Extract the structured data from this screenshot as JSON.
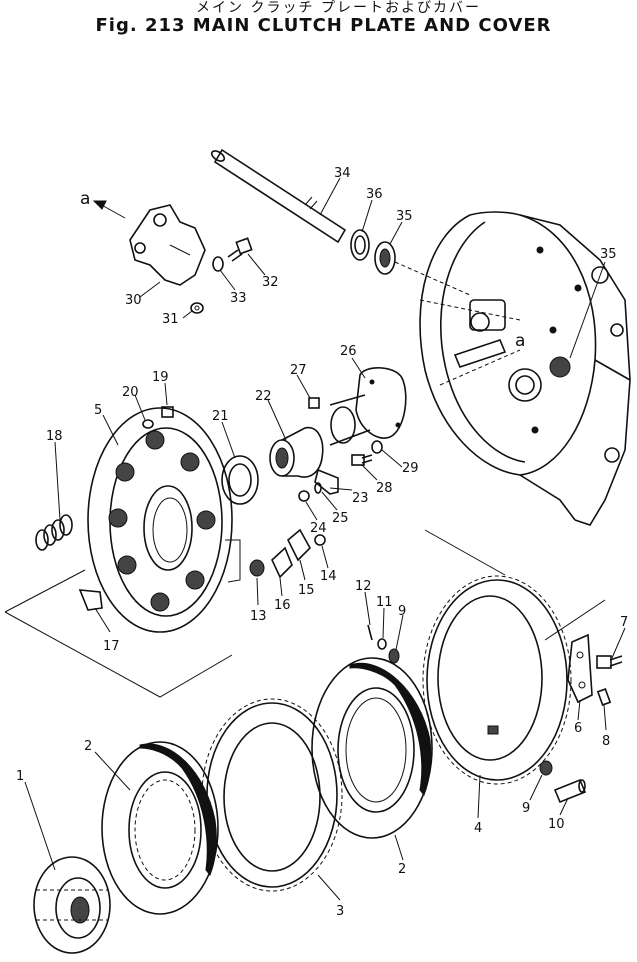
{
  "title": {
    "jp": "メイン クラッチ プレートおよびカバー",
    "en": "Fig. 213 MAIN CLUTCH PLATE AND COVER"
  },
  "labels": {
    "a_left": "a",
    "a_right": "a",
    "p1": "1",
    "p2a": "2",
    "p2b": "2",
    "p3": "3",
    "p4": "4",
    "p5": "5",
    "p6": "6",
    "p7": "7",
    "p8": "8",
    "p9a": "9",
    "p9b": "9",
    "p10": "10",
    "p11": "11",
    "p12": "12",
    "p13": "13",
    "p14": "14",
    "p15": "15",
    "p16": "16",
    "p17": "17",
    "p18": "18",
    "p19": "19",
    "p20": "20",
    "p21": "21",
    "p22": "22",
    "p23": "23",
    "p24": "24",
    "p25": "25",
    "p26": "26",
    "p27": "27",
    "p28": "28",
    "p29": "29",
    "p30": "30",
    "p31": "31",
    "p32": "32",
    "p33": "33",
    "p34": "34",
    "p35a": "35",
    "p35b": "35",
    "p36": "36"
  }
}
